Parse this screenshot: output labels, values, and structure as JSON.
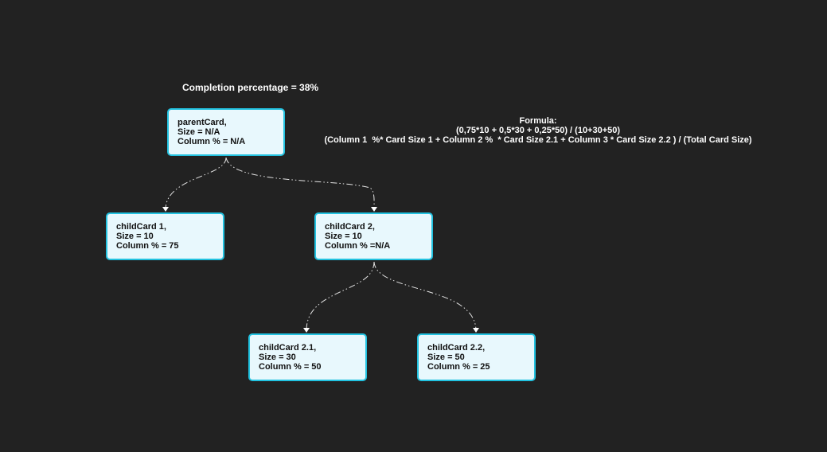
{
  "heading": "Completion percentage = 38%",
  "formula": {
    "title": "Formula:",
    "expression": "(0,75*10 + 0,5*30 + 0,25*50) / (10+30+50)",
    "description": "(Column 1  %* Card Size 1 + Column 2 %  * Card Size 2.1 + Column 3 * Card Size 2.2 ) / (Total Card Size)"
  },
  "cards": {
    "parent": {
      "name": "parentCard,",
      "size": "Size = N/A",
      "column": "Column % = N/A"
    },
    "child1": {
      "name": "childCard 1,",
      "size": "Size = 10",
      "column": "Column % = 75"
    },
    "child2": {
      "name": "childCard 2,",
      "size": "Size = 10",
      "column": "Column % =N/A"
    },
    "child21": {
      "name": "childCard 2.1,",
      "size": "Size = 30",
      "column": "Column % = 50"
    },
    "child22": {
      "name": "childCard 2.2,",
      "size": "Size = 50",
      "column": "Column % = 25"
    }
  },
  "edges": [
    {
      "from": "parent",
      "to": "child1"
    },
    {
      "from": "parent",
      "to": "child2"
    },
    {
      "from": "child2",
      "to": "child21"
    },
    {
      "from": "child2",
      "to": "child22"
    }
  ],
  "colors": {
    "background": "#222222",
    "card_fill": "#e8f8fd",
    "card_border": "#22c2e0",
    "connector": "#e6e6e6"
  }
}
